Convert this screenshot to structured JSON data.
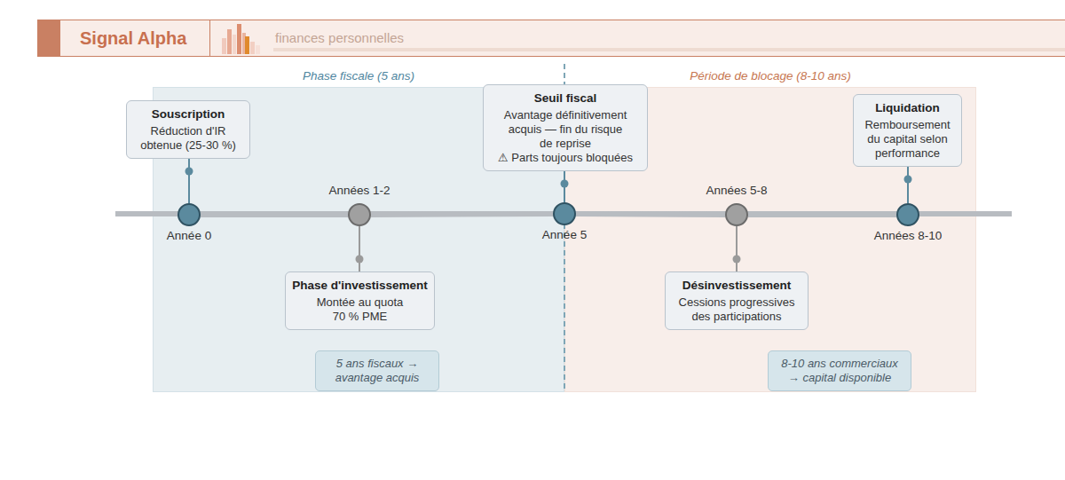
{
  "diagram": {
    "title": "Signal Alpha",
    "nodes": [
      {
        "text": [
          "Phase fiscale (5 ans)"
        ]
      },
      {
        "text": [
          "Année 0"
        ],
        "in": 0
      },
      {
        "text": [
          "Souscription",
          "Réduction d'IR obtenue (25-30 %)"
        ]
      },
      {
        "text": [
          "Années 1-2"
        ],
        "in": 0
      },
      {
        "text": [
          "Phase d'investissement",
          "Montée au quota 70 % PME"
        ],
        "in": 0
      },
      {
        "text": [
          "5 ans fiscaux → avantage acquis"
        ],
        "in": 0
      },
      {
        "text": [
          "Période de blocage (8-10 ans)"
        ]
      },
      {
        "text": [
          "Année 5"
        ]
      },
      {
        "text": [
          "Seuil fiscal",
          "Avantage définitivement acquis — fin du risque de reprise",
          "⚠ Parts toujours bloquées"
        ]
      },
      {
        "text": [
          "Années 5-8"
        ],
        "in": 6
      },
      {
        "text": [
          "Désinvestissement",
          "Cessions progressives des participations"
        ],
        "in": 6
      },
      {
        "text": [
          "Années 8-10"
        ],
        "in": 6
      },
      {
        "text": [
          "Liquidation",
          "Remboursement du capital selon performance"
        ],
        "in": 6
      },
      {
        "text": [
          "8-10 ans commerciaux → capital disponible"
        ],
        "in": 6
      }
    ],
    "edges": [
      {
        "from": 1,
        "to": 2,
        "arrow": "none"
      },
      {
        "from": 3,
        "to": 4,
        "arrow": "none"
      },
      {
        "from": 7,
        "to": 8,
        "arrow": "none"
      },
      {
        "from": 9,
        "to": 10,
        "arrow": "none"
      },
      {
        "from": 11,
        "to": 12,
        "arrow": "none"
      },
      {
        "from": 1,
        "to": 3,
        "arrow": "none"
      },
      {
        "from": 3,
        "to": 7,
        "arrow": "none"
      },
      {
        "from": 7,
        "to": 9,
        "arrow": "none"
      },
      {
        "from": 9,
        "to": 11,
        "arrow": "none"
      }
    ],
    "labels": [
      "finances personnelles"
    ]
  }
}
